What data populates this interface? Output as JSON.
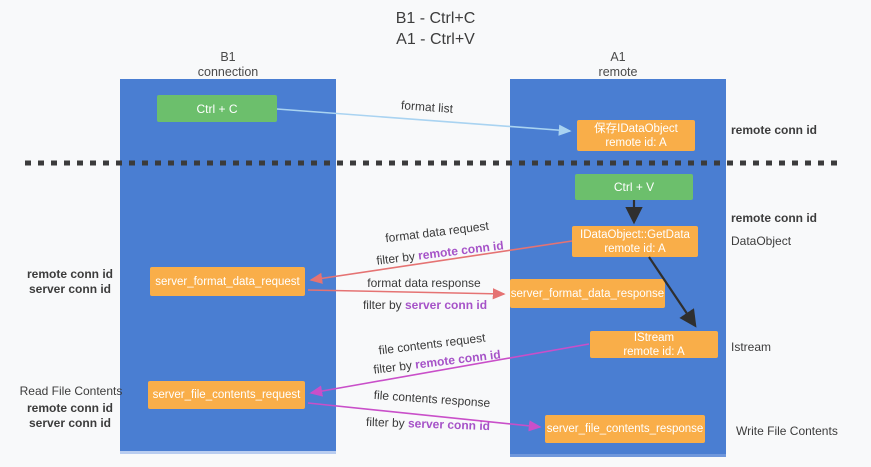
{
  "title": {
    "line1": "B1 - Ctrl+C",
    "line2": "A1 - Ctrl+V"
  },
  "lanes": [
    {
      "header_line1": "B1",
      "header_line2": "connection"
    },
    {
      "header_line1": "A1",
      "header_line2": "remote"
    }
  ],
  "nodes": {
    "ctrl_c": "Ctrl + C",
    "ctrl_v": "Ctrl + V",
    "save_dataobject": {
      "line1": "保存IDataObject",
      "line2": "remote id: A"
    },
    "getdata": {
      "line1": "IDataObject::GetData",
      "line2": "remote id: A"
    },
    "istream": {
      "line1": "IStream",
      "line2": "remote id: A"
    },
    "format_request": "server_format_data_request",
    "format_response": "server_format_data_response",
    "file_request": "server_file_contents_request",
    "file_response": "server_file_contents_response"
  },
  "edge_labels": {
    "format_list": "format list",
    "format_data_request": "format data request",
    "format_data_response": "format data response",
    "file_contents_request": "file contents request",
    "file_contents_response": "file contents response",
    "filter_prefix": "filter by ",
    "remote_conn_id": "remote conn id",
    "server_conn_id": "server conn id"
  },
  "side_labels": {
    "right_remote_conn_id_top": "remote conn id",
    "right_remote_conn_id_mid": "remote conn id",
    "right_dataobject": "DataObject",
    "right_istream": "Istream",
    "right_write_file": "Write File Contents",
    "left_remote_conn_id_1": "remote conn id",
    "left_server_conn_id_1": "server conn id",
    "left_read_file": "Read File Contents",
    "left_remote_conn_id_2": "remote conn id",
    "left_server_conn_id_2": "server conn id"
  },
  "colors": {
    "lane_blue": "#4a7ed2",
    "green_box": "#6cbf6c",
    "orange_box": "#f9ae49",
    "purple_label": "#a653c8",
    "green_label": "#55ab55",
    "red_arrow": "#e57373",
    "magenta_arrow": "#c94fc9",
    "blue_arrow": "#a9d3f1",
    "black_arrow": "#2f2f2f",
    "dashed_line": "#3b3b3b"
  }
}
